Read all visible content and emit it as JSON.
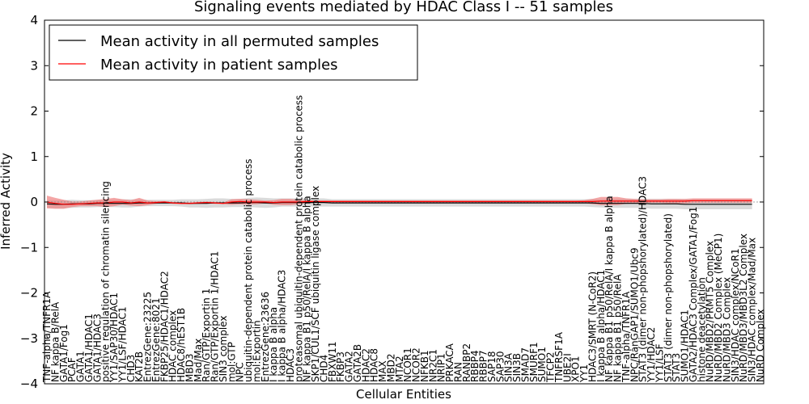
{
  "chart_data": {
    "type": "line",
    "title": "Signaling events mediated by HDAC Class I -- 51 samples",
    "xlabel": "Cellular Entities",
    "ylabel": "Inferred Activity",
    "ylim": [
      -4,
      4
    ],
    "yticks": [
      -4,
      -3,
      -2,
      -1,
      0,
      1,
      2,
      3,
      4
    ],
    "grid": false,
    "legend_position": "top-left",
    "categories": [
      "TNF-alpha/TNFR1A",
      "NF kappa B/RelA",
      "GATA1/Fog1",
      "PCAF",
      "GATA1",
      "GATA1/HDAC1",
      "GATA1/HDAC3",
      "positive regulation of chromatin silencing",
      "YY1/SAP30/HDAC1",
      "YY1/LSF/HDAC1",
      "CHD3",
      "KAT2B",
      "EntrezGene:23225",
      "EntrezGene:8021",
      "FKBP25/HDAC1/HDAC2",
      "HDAC complex",
      "HDAC8/hEST1B",
      "MBD3",
      "Mad/Max",
      "Ran/GTP/Exportin 1",
      "Ran/GTP/Exportin 1/HDAC1",
      "SIN3 complex",
      "mol:GTP",
      "NPC",
      "ubiquitin-dependent protein catabolic process",
      "mol:Exportin",
      "EntrezGene:23636",
      "I kappa B alpha",
      "I kappa B alpha/HDAC3",
      "HDAC3",
      "proteasomal ubiquitin-dependent protein catabolic process",
      "NF kappa B1 p50/RelA/I kappa B alpha",
      "SKP1/CUL1/SCF ubiquitin ligase complex",
      "CHD4",
      "FBXW11",
      "FKBP3",
      "GATA2",
      "GATA2B",
      "HDAC2",
      "HDAC8",
      "MAX",
      "MBD2",
      "MTA2",
      "NCOR1",
      "NCOR2",
      "NFKB1",
      "NR2C1",
      "NRIP1",
      "PRKACA",
      "RAN",
      "RANBP2",
      "RBBP4",
      "RBBP7",
      "SAP18",
      "SAP30",
      "SIN3A",
      "SIN3B",
      "SMAD7",
      "SMURF1",
      "SUMO1",
      "TFCP2",
      "TNFRSF1A",
      "UBE2I",
      "XPO1",
      "YY1",
      "HDAC3/SMRT (N-CoR2)",
      "I kappa B alpha/HDAC1",
      "NF kappa B1 p50/RelA/I kappa B alpha",
      "NF kappa B1 p50/RelA",
      "TNF-alpha/TNFR1A",
      "NPC/RanGAP1/SUMO1/Ubc9",
      "STAT3 (dimer non-phopshorylated)/HDAC3",
      "YY1/HDAC2",
      "YY1/LSF",
      "STAT3 (dimer non-phopshorylated)",
      "STAT3",
      "SUMO1/HDAC1",
      "GATA2/HDAC3 Complex/GATA1/Fog1",
      "histone deacetylation",
      "NuRD/MBD2/PRMT5 Complex",
      "NuRD/MBD2 Complex (MeCP1)",
      "NuRD/MBD3 Complex",
      "SIN3/HDAC complex/NCoR1",
      "NuRD/MBD3/MBD3L2 Complex",
      "SIN3/HDAC complex/Mad/Max",
      "NuRD Complex"
    ],
    "series": [
      {
        "name": "Mean activity in all permuted samples",
        "color": "#000000",
        "band_color": "#bbbbbb",
        "values": [
          -0.04,
          -0.05,
          -0.05,
          -0.04,
          -0.04,
          -0.04,
          -0.03,
          -0.03,
          -0.03,
          -0.03,
          -0.03,
          -0.02,
          -0.02,
          -0.02,
          -0.02,
          -0.02,
          -0.02,
          -0.03,
          -0.03,
          -0.03,
          -0.02,
          -0.02,
          -0.02,
          -0.02,
          -0.01,
          -0.01,
          -0.02,
          -0.02,
          -0.01,
          -0.01,
          -0.01,
          -0.01,
          -0.01,
          -0.01,
          -0.02,
          -0.02,
          -0.02,
          -0.02,
          -0.02,
          -0.02,
          -0.02,
          -0.02,
          -0.02,
          -0.02,
          -0.02,
          -0.02,
          -0.02,
          -0.02,
          -0.02,
          -0.02,
          -0.02,
          -0.02,
          -0.02,
          -0.02,
          -0.02,
          -0.02,
          -0.02,
          -0.02,
          -0.02,
          -0.02,
          -0.02,
          -0.02,
          -0.02,
          -0.02,
          -0.02,
          -0.02,
          -0.03,
          -0.03,
          -0.03,
          -0.03,
          -0.03,
          -0.03,
          -0.04,
          -0.04,
          -0.04,
          -0.04,
          -0.05,
          -0.05,
          -0.05,
          -0.05,
          -0.05,
          -0.05,
          -0.05,
          -0.05,
          -0.05
        ],
        "band": [
          0.08,
          0.09,
          0.09,
          0.09,
          0.08,
          0.08,
          0.08,
          0.08,
          0.08,
          0.09,
          0.09,
          0.08,
          0.07,
          0.07,
          0.07,
          0.07,
          0.08,
          0.09,
          0.09,
          0.1,
          0.1,
          0.1,
          0.09,
          0.09,
          0.1,
          0.11,
          0.11,
          0.1,
          0.09,
          0.09,
          0.09,
          0.09,
          0.09,
          0.09,
          0.08,
          0.08,
          0.08,
          0.08,
          0.08,
          0.08,
          0.08,
          0.08,
          0.08,
          0.08,
          0.08,
          0.08,
          0.08,
          0.08,
          0.08,
          0.08,
          0.08,
          0.08,
          0.08,
          0.08,
          0.08,
          0.08,
          0.08,
          0.08,
          0.08,
          0.08,
          0.08,
          0.08,
          0.08,
          0.08,
          0.08,
          0.09,
          0.09,
          0.1,
          0.1,
          0.1,
          0.1,
          0.1,
          0.11,
          0.11,
          0.11,
          0.11,
          0.11,
          0.11,
          0.11,
          0.11,
          0.11,
          0.11,
          0.11,
          0.11,
          0.11
        ]
      },
      {
        "name": "Mean activity in patient samples",
        "color": "#ff0000",
        "band_color": "#f08080",
        "values": [
          0.0,
          -0.03,
          -0.05,
          -0.05,
          -0.04,
          -0.03,
          -0.02,
          -0.02,
          0.0,
          0.0,
          -0.02,
          0.0,
          -0.02,
          -0.01,
          0.0,
          -0.02,
          -0.03,
          -0.03,
          -0.02,
          -0.01,
          -0.02,
          -0.03,
          0.0,
          0.01,
          0.0,
          0.0,
          0.0,
          -0.01,
          0.0,
          0.0,
          0.0,
          0.01,
          0.01,
          0.01,
          0.01,
          0.01,
          0.01,
          0.01,
          0.01,
          0.01,
          0.01,
          0.01,
          0.01,
          0.01,
          0.01,
          0.01,
          0.01,
          0.01,
          0.01,
          0.01,
          0.01,
          0.01,
          0.01,
          0.01,
          0.01,
          0.01,
          0.01,
          0.01,
          0.01,
          0.01,
          0.01,
          0.01,
          0.01,
          0.01,
          0.01,
          0.01,
          0.02,
          0.02,
          0.02,
          0.02,
          0.02,
          0.02,
          0.02,
          0.02,
          0.02,
          0.02,
          0.02,
          0.03,
          0.03,
          0.03,
          0.03,
          0.03,
          0.03,
          0.03,
          0.03
        ],
        "band": [
          0.14,
          0.12,
          0.1,
          0.06,
          0.05,
          0.06,
          0.07,
          0.09,
          0.09,
          0.06,
          0.06,
          0.09,
          0.05,
          0.03,
          0.02,
          0.02,
          0.02,
          0.02,
          0.02,
          0.02,
          0.02,
          0.02,
          0.06,
          0.06,
          0.06,
          0.05,
          0.03,
          0.05,
          0.07,
          0.07,
          0.05,
          0.03,
          0.02,
          0.02,
          0.02,
          0.02,
          0.02,
          0.02,
          0.02,
          0.02,
          0.02,
          0.02,
          0.02,
          0.02,
          0.02,
          0.02,
          0.02,
          0.02,
          0.02,
          0.02,
          0.02,
          0.02,
          0.02,
          0.02,
          0.02,
          0.02,
          0.02,
          0.02,
          0.02,
          0.02,
          0.02,
          0.02,
          0.02,
          0.02,
          0.03,
          0.06,
          0.09,
          0.09,
          0.09,
          0.06,
          0.05,
          0.04,
          0.04,
          0.04,
          0.05,
          0.05,
          0.05,
          0.05,
          0.05,
          0.05,
          0.05,
          0.05,
          0.05,
          0.05,
          0.05
        ]
      }
    ]
  }
}
